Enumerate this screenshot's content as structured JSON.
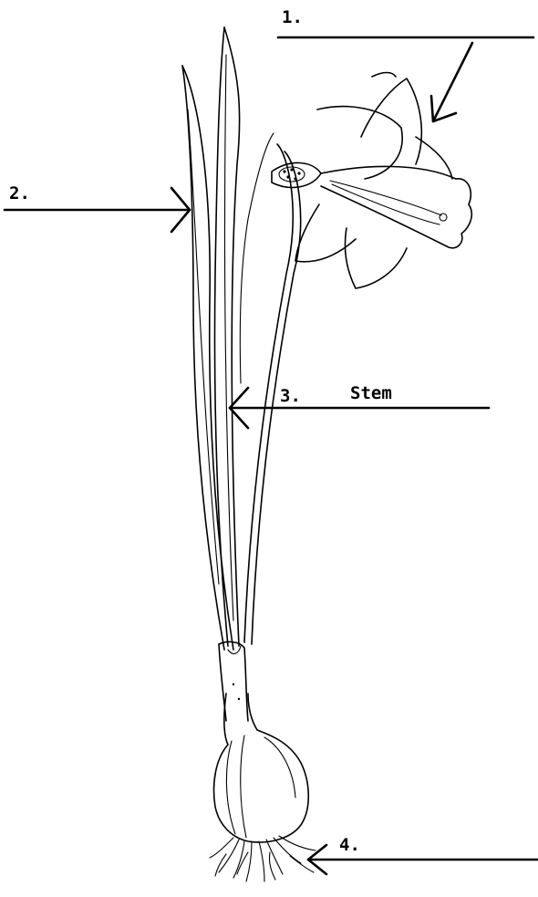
{
  "labels": {
    "label_1": "1.",
    "label_2": "2.",
    "label_3": "3.",
    "label_3_answer": "Stem",
    "label_4": "4."
  }
}
